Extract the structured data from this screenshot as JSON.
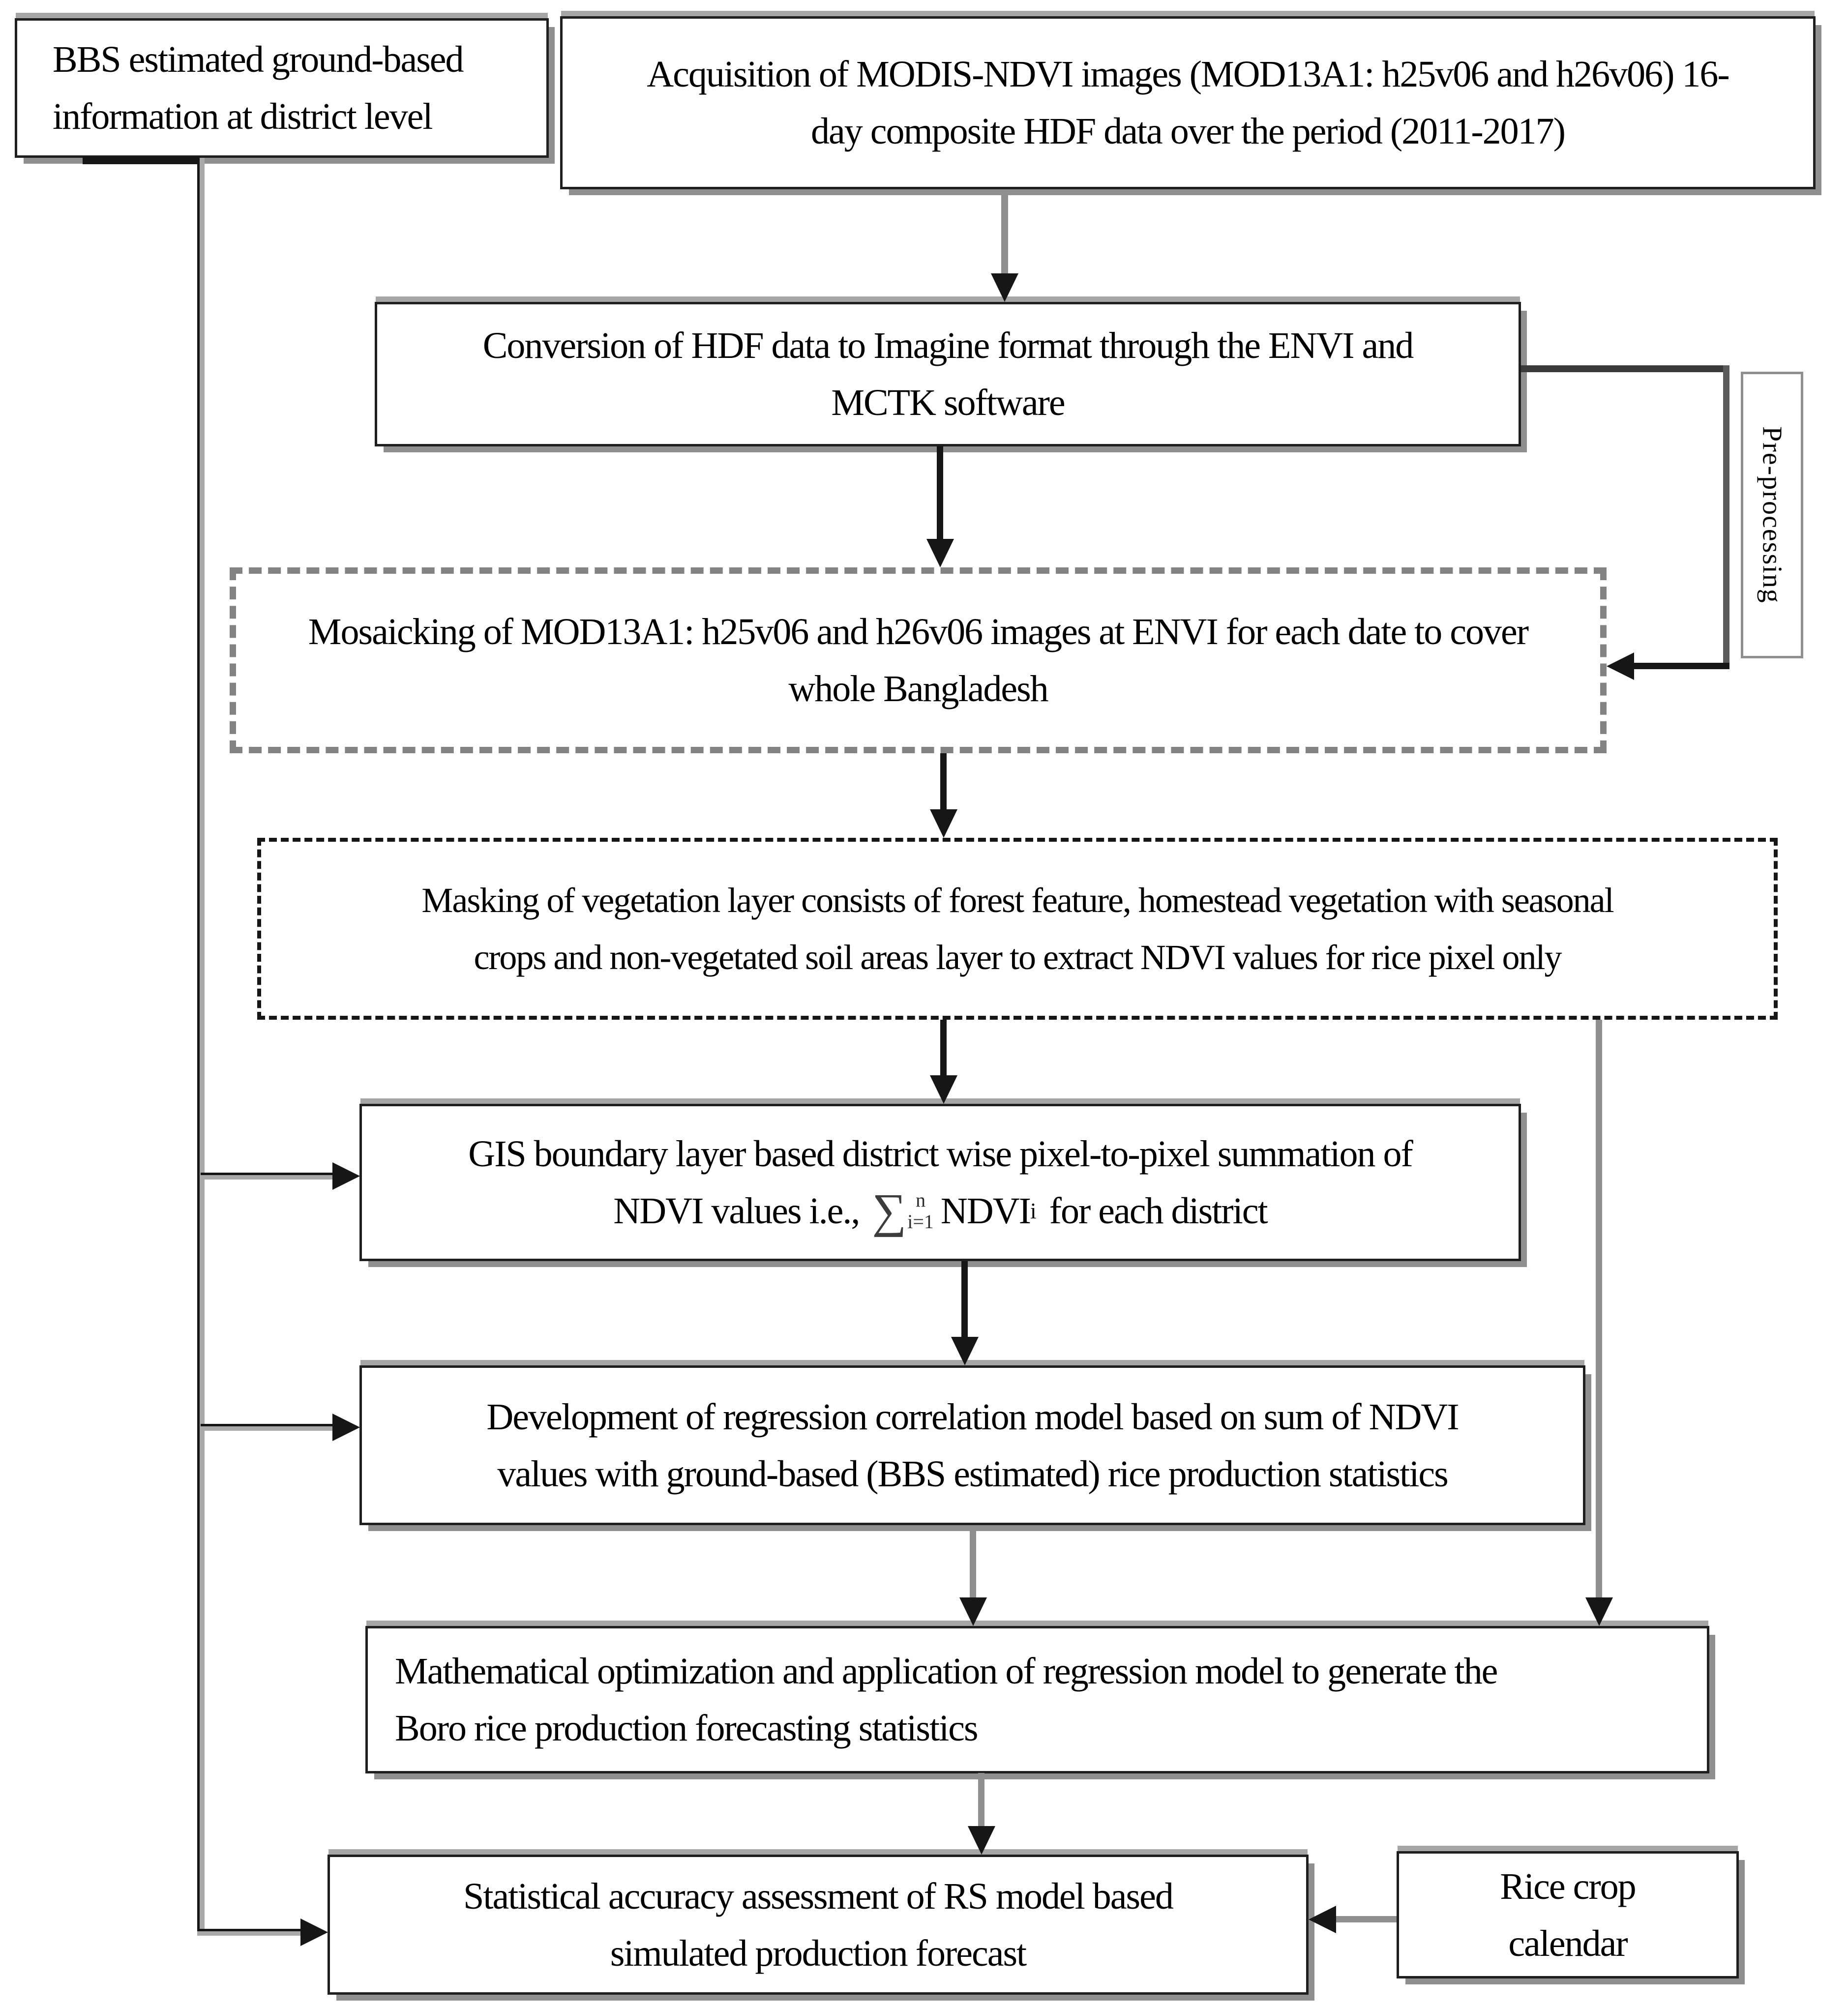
{
  "diagram": {
    "nodes": {
      "bbs": {
        "line1": "BBS estimated ground-based",
        "line2": "information at district level"
      },
      "acquisition": {
        "line1": "Acquisition of MODIS-NDVI images (MOD13A1: h25v06 and h26v06) 16-",
        "line2": "day composite HDF data over the period (2011-2017)"
      },
      "conversion": {
        "line1": "Conversion of HDF data to Imagine format through the ENVI and",
        "line2": "MCTK software"
      },
      "preprocessing": {
        "label": "Pre-processing"
      },
      "mosaicking": {
        "line1": "Mosaicking of MOD13A1: h25v06 and h26v06 images at ENVI for each date to cover",
        "line2": "whole Bangladesh"
      },
      "masking": {
        "line1": "Masking of vegetation layer consists of forest feature, homestead vegetation with seasonal",
        "line2": "crops and non-vegetated soil areas layer to extract NDVI values for rice pixel only"
      },
      "gis": {
        "line1": "GIS boundary layer based district wise pixel-to-pixel summation of",
        "formula": {
          "prefix": "NDVI values i.e.,",
          "sigma": "∑",
          "upper": "n",
          "lower": "i=1",
          "term": "NDVI",
          "term_sub": "i",
          "suffix": "for each district"
        }
      },
      "regression": {
        "line1": "Development of regression correlation model based on sum of NDVI",
        "line2": "values with ground-based (BBS estimated) rice production statistics"
      },
      "optimization": {
        "line1": "Mathematical optimization and application of regression model to generate the",
        "line2": "Boro rice production forecasting statistics"
      },
      "assessment": {
        "line1": "Statistical accuracy assessment of RS model based",
        "line2": "simulated production forecast"
      },
      "rice_calendar": {
        "line1": "Rice crop",
        "line2": "calendar"
      }
    },
    "colors": {
      "text": "#000000",
      "box_fill": "#ffffff",
      "border_dark": "#1f1f1f",
      "shadow_gray": "#9e9e9e",
      "line_gray": "#8f8f8f",
      "line_black": "#161616",
      "dashed_gray": "#838383"
    }
  }
}
